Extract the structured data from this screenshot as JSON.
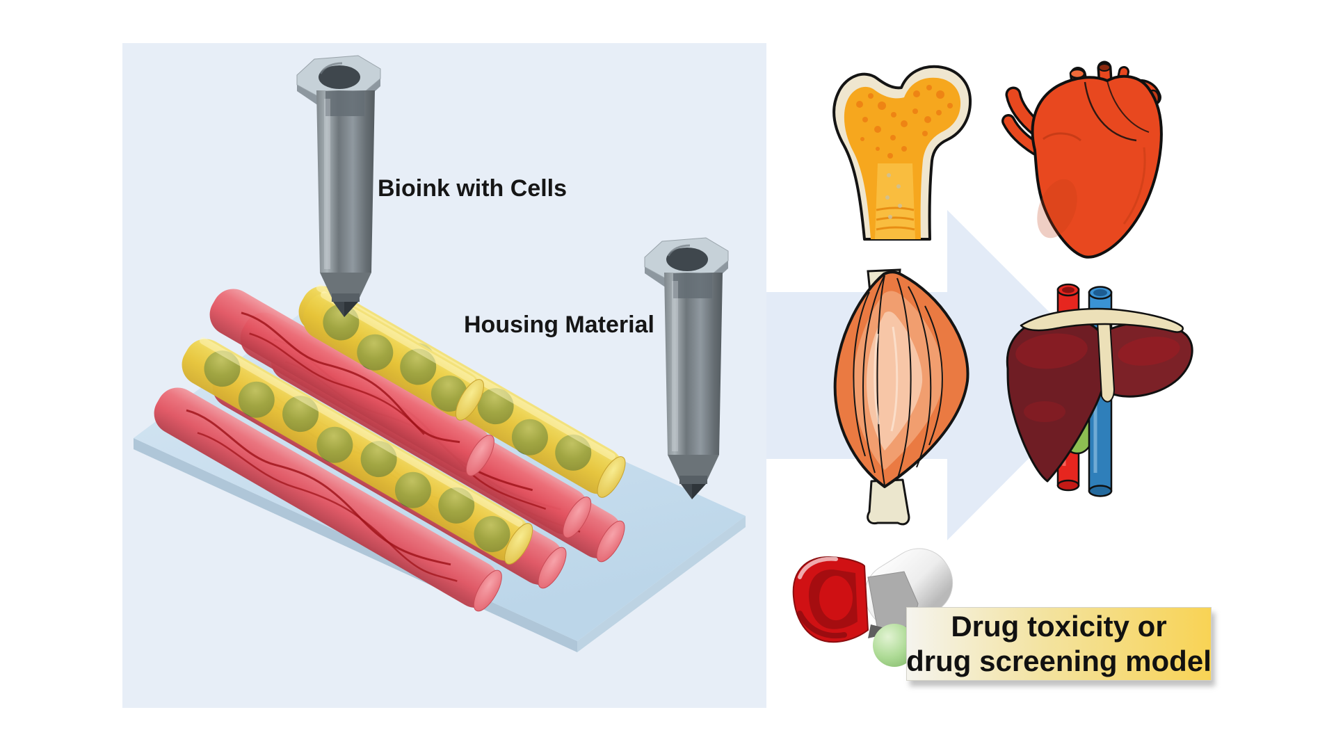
{
  "figure": {
    "left_panel": {
      "bioink_label": "Bioink with Cells",
      "housing_label": "Housing Material"
    },
    "drug_label": {
      "line1": "Drug toxicity or",
      "line2": "drug screening model"
    },
    "illustrations": {
      "syringes": [
        "bioink-syringe-icon",
        "housing-syringe-icon"
      ],
      "construct": "bioprinted-lattice",
      "platform": "print-platform",
      "organs": [
        "bone-icon",
        "heart-icon",
        "muscle-icon",
        "liver-icon"
      ],
      "capsule": "drug-capsule-icon",
      "arrow": "right-arrow-icon"
    },
    "colors": {
      "panel_bg": "#e7eef7",
      "arrow": "#e3ebf7",
      "platform_top": "#cbdff0",
      "red_strand": "#e4606b",
      "yellow_strand": "#e7c93a",
      "cell_green": "#5f7d3c",
      "vessel_red": "#9c1016",
      "syringe_grey": "#8f989d",
      "heart_red": "#e8481f",
      "bone_marrow": "#f6a71e",
      "bone_cortex": "#efe6cf",
      "muscle_orange": "#ea7a42",
      "liver_maroon": "#6f1d24",
      "label_bg_from": "#f5f4ee",
      "label_bg_to": "#f8d355",
      "label_text": "#111111"
    }
  }
}
